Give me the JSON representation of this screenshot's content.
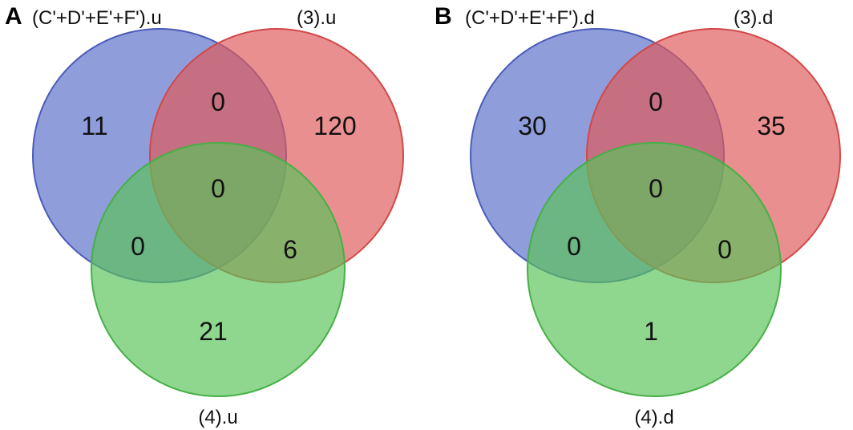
{
  "colors": {
    "set1": "#5a6fc8",
    "set2": "#e05a5a",
    "set3": "#5ac25a",
    "set1_stroke": "#4a5cb8",
    "set2_stroke": "#d24848",
    "set3_stroke": "#45b045"
  },
  "panels": [
    {
      "letter": "A",
      "sets": [
        "(C'+D'+E'+F').u",
        "(3).u",
        "(4).u"
      ],
      "counts": {
        "only1": "11",
        "only2": "120",
        "only3": "21",
        "s12": "0",
        "s13": "0",
        "s23": "6",
        "s123": "0"
      }
    },
    {
      "letter": "B",
      "sets": [
        "(C'+D'+E'+F').d",
        "(3).d",
        "(4).d"
      ],
      "counts": {
        "only1": "30",
        "only2": "35",
        "only3": "1",
        "s12": "0",
        "s13": "0",
        "s23": "0",
        "s123": "0"
      }
    }
  ]
}
